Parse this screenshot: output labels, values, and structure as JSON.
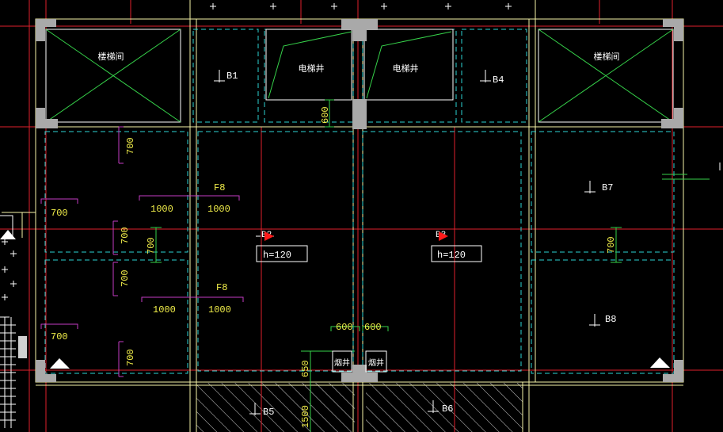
{
  "colors": {
    "background": "#000000",
    "wall": "#f6f3a8",
    "axis": "#e0212b",
    "dash": "#2bd3d3",
    "green": "#36d24a",
    "magenta": "#c43bc4",
    "yellow": "#f2ef4a",
    "white": "#ffffff",
    "column": "#a9a9a9",
    "red_flag": "#ff1a1a"
  },
  "labels": {
    "stair_room_left": "楼梯间",
    "stair_room_right": "楼梯间",
    "elevator_left": "电梯井",
    "elevator_right": "电梯井",
    "smoke_left": "烟井",
    "smoke_right": "烟井",
    "slab_b1": "B1",
    "slab_b4": "B4",
    "slab_b7": "B7",
    "slab_b8": "B8",
    "slab_b5": "B5",
    "slab_b6": "B6",
    "slab_b2": "B2",
    "slab_b3": "B3",
    "f8_top": "F8",
    "f8_bottom": "F8",
    "thickness_left": "h=120",
    "thickness_right": "h=120"
  },
  "dimensions": {
    "d600_elev": "600",
    "d700_a": "700",
    "d700_b": "700",
    "d700_c": "700",
    "d700_d": "700",
    "d700_e": "700",
    "d700_f": "700",
    "d700_g": "700",
    "d700_h": "700",
    "d1000_a": "1000",
    "d1000_b": "1000",
    "d1000_c": "1000",
    "d1000_d": "1000",
    "d600_s1": "600",
    "d600_s2": "600",
    "d650": "650",
    "d1500": "1500"
  }
}
